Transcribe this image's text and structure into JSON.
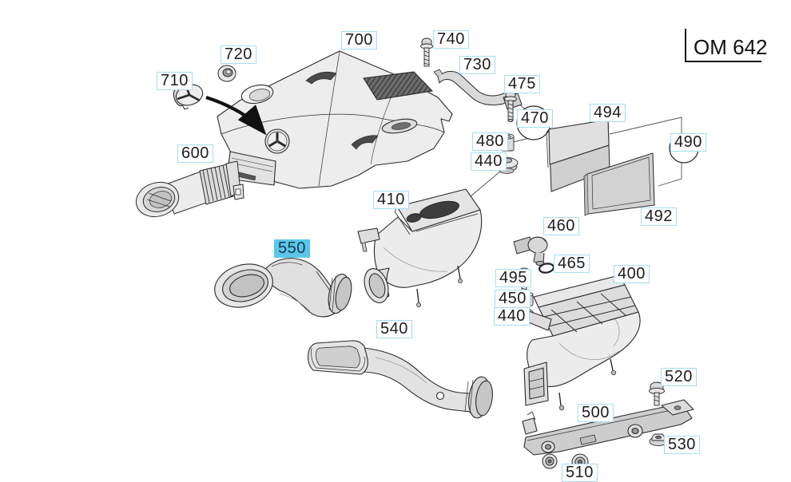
{
  "title": "OM 642",
  "colors": {
    "label_border": "#a8dcf0",
    "highlight_bg": "#5bc7e8",
    "highlight_text": "#17374e",
    "ink": "#1c1c1c"
  },
  "highlighted_label": "550",
  "labels": [
    {
      "id": "700",
      "text": "700"
    },
    {
      "id": "720",
      "text": "720"
    },
    {
      "id": "710",
      "text": "710"
    },
    {
      "id": "600",
      "text": "600"
    },
    {
      "id": "740",
      "text": "740"
    },
    {
      "id": "730",
      "text": "730"
    },
    {
      "id": "475",
      "text": "475"
    },
    {
      "id": "470",
      "text": "470"
    },
    {
      "id": "480",
      "text": "480"
    },
    {
      "id": "440-upper",
      "text": "440"
    },
    {
      "id": "494",
      "text": "494"
    },
    {
      "id": "490",
      "text": "490"
    },
    {
      "id": "492",
      "text": "492"
    },
    {
      "id": "410",
      "text": "410"
    },
    {
      "id": "460",
      "text": "460"
    },
    {
      "id": "465",
      "text": "465"
    },
    {
      "id": "550",
      "text": "550"
    },
    {
      "id": "495",
      "text": "495"
    },
    {
      "id": "450",
      "text": "450"
    },
    {
      "id": "440-lower",
      "text": "440"
    },
    {
      "id": "400",
      "text": "400"
    },
    {
      "id": "540",
      "text": "540"
    },
    {
      "id": "520",
      "text": "520"
    },
    {
      "id": "500",
      "text": "500"
    },
    {
      "id": "530",
      "text": "530"
    },
    {
      "id": "510",
      "text": "510"
    }
  ]
}
